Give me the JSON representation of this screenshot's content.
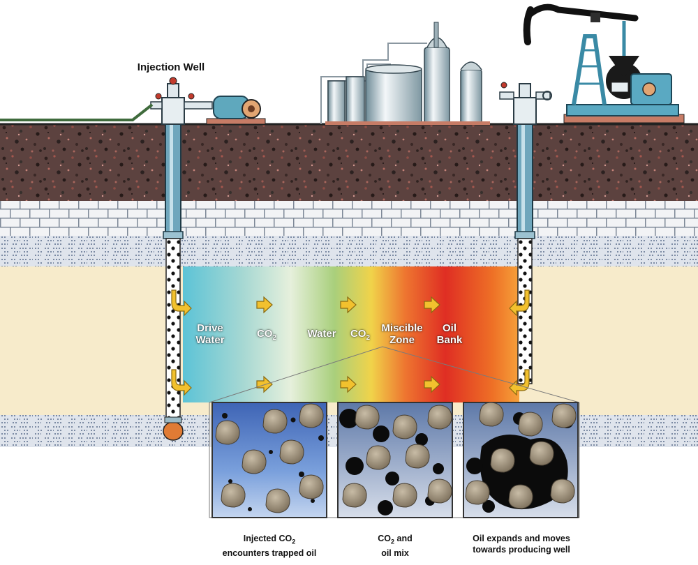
{
  "title": "Injection Well",
  "zones": {
    "drive_water": {
      "line1": "Drive",
      "line2": "Water"
    },
    "co2_a": {
      "base": "CO",
      "sub": "2"
    },
    "water": "Water",
    "co2_b": {
      "base": "CO",
      "sub": "2"
    },
    "miscible": {
      "line1": "Miscible",
      "line2": "Zone"
    },
    "oil_bank": {
      "line1": "Oil",
      "line2": "Bank"
    }
  },
  "captions": {
    "injected": {
      "line1_base": "Injected CO",
      "line1_sub": "2",
      "line2": "encounters trapped oil"
    },
    "mix": {
      "line1_base": "CO",
      "line1_sub": "2",
      "line1_rest": " and",
      "line2": "oil mix"
    },
    "expands": {
      "line1": "Oil expands and moves",
      "line2": "towards producing well"
    }
  },
  "colors": {
    "ground_line": "#2a2a2a",
    "topsoil": "#5a3f3c",
    "brick": "#eef0f3",
    "shale": "#d6dce6",
    "reservoir_sand": "#f7ebcb",
    "pipe": "#6fa6bc",
    "flow_arrow": "#f2c12e",
    "grain": "#9f917b",
    "co2_blue": "#5f86cc",
    "oil": "#0b0b0b"
  }
}
